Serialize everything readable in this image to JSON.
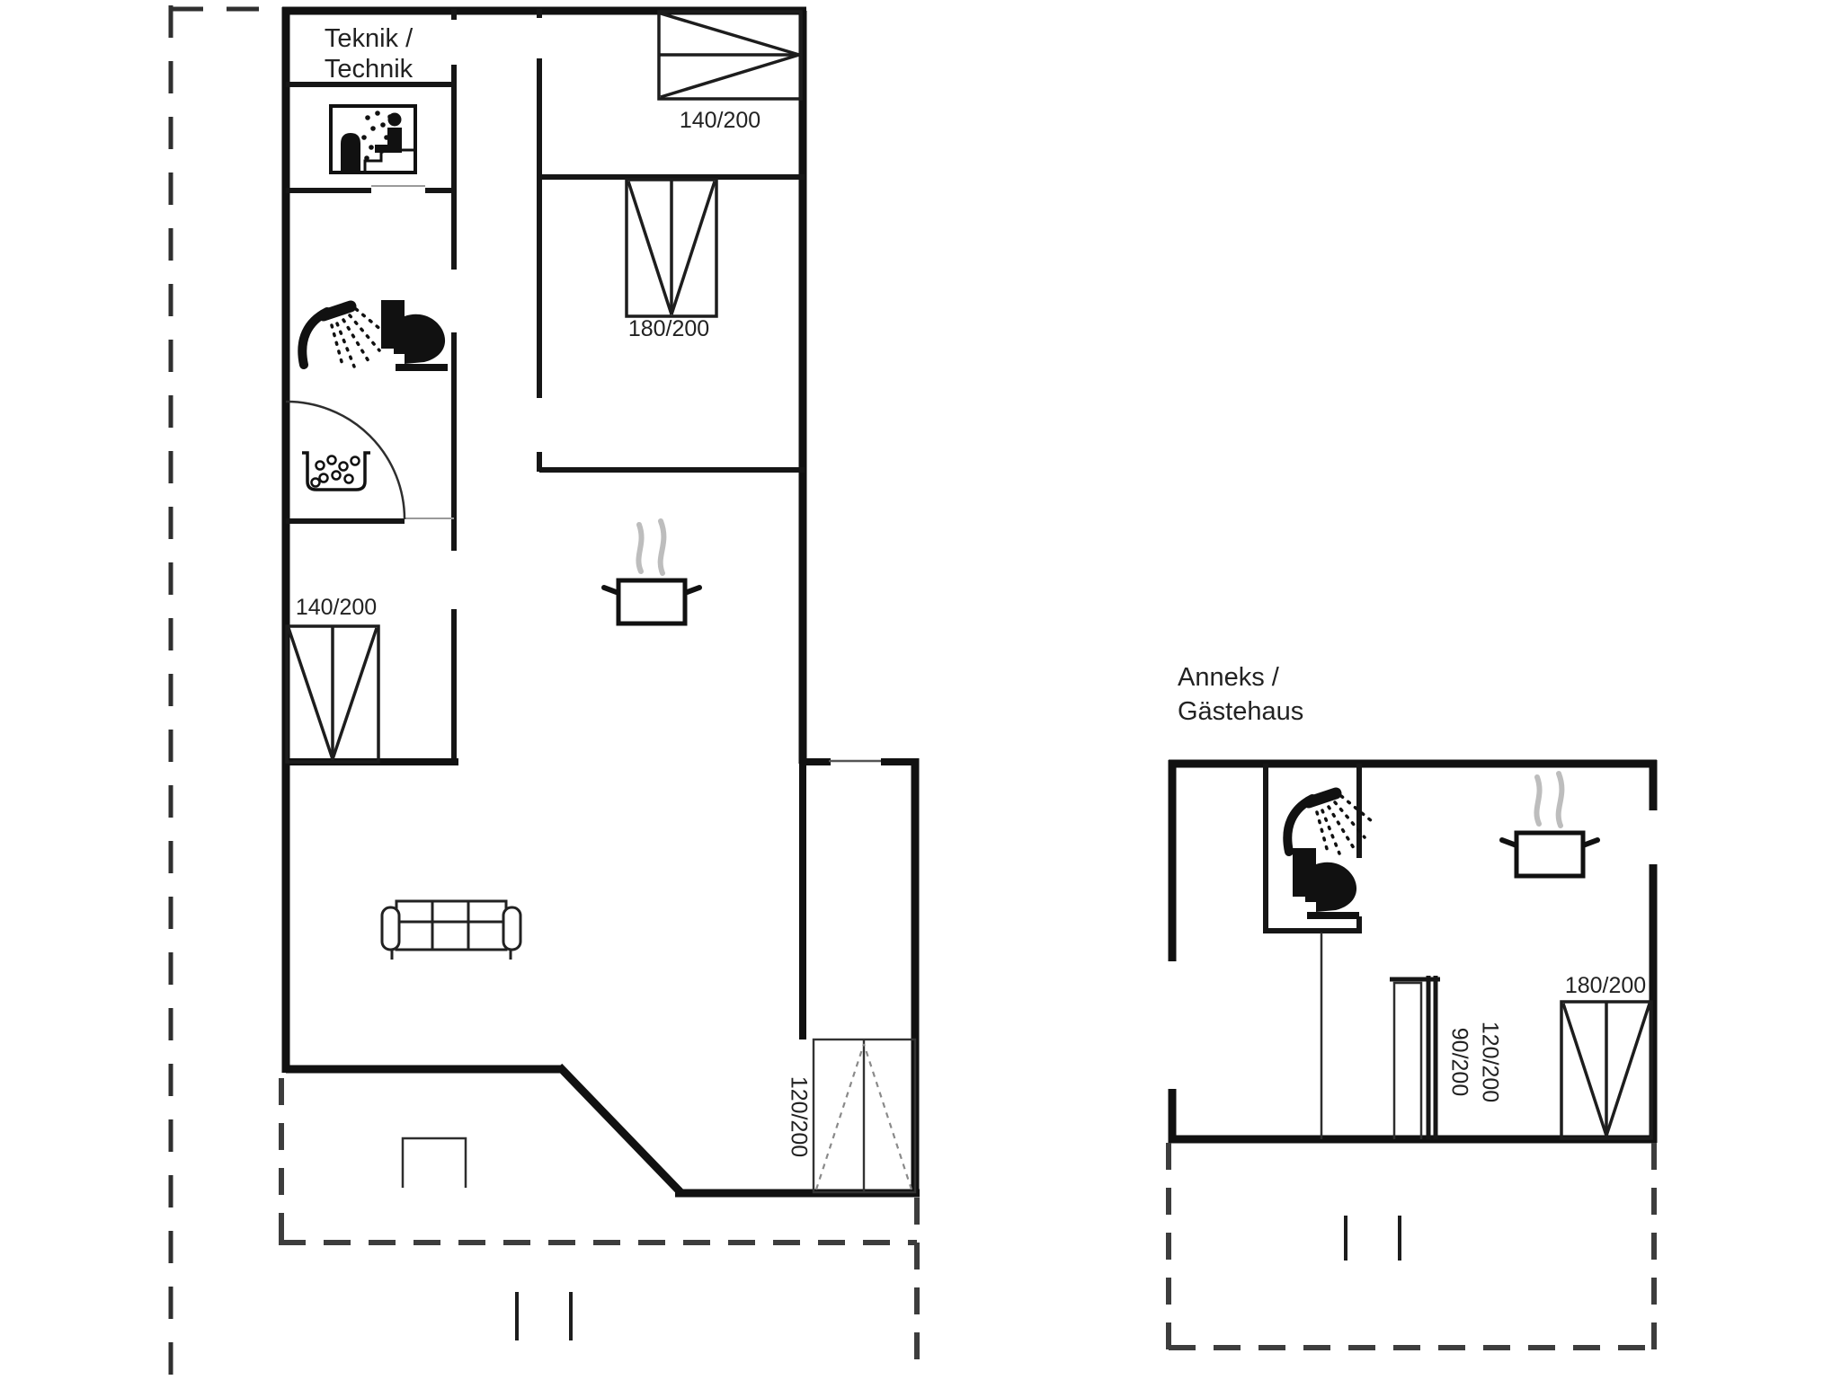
{
  "rooms": {
    "technik_line1": "Teknik /",
    "technik_line2": "Technik",
    "annex_line1": "Anneks /",
    "annex_line2": "Gästehaus"
  },
  "bed_dimensions": {
    "main_top_bedroom": "140/200",
    "main_middle_bedroom": "180/200",
    "main_left_bedroom": "140/200",
    "main_right_wing": "120/200",
    "annex_bunk_narrow": "90/200",
    "annex_bunk_wide": "120/200",
    "annex_bedroom": "180/200"
  },
  "icons": {
    "sauna-icon": "person sitting in sauna with steam",
    "shower-icon": "hand shower with spray",
    "toilet-icon": "toilet silhouette",
    "whirlpool-icon": "tub with bubbles",
    "stove-pot-icon": "steaming cooking pot",
    "sofa-icon": "three-seat sofa"
  },
  "colors": {
    "wall": "#111111",
    "terrace_dashed": "#3d3d3d",
    "property_dashed": "#2f2f2f",
    "steam": "#bdbdbd",
    "text": "#222222",
    "background": "#ffffff"
  }
}
